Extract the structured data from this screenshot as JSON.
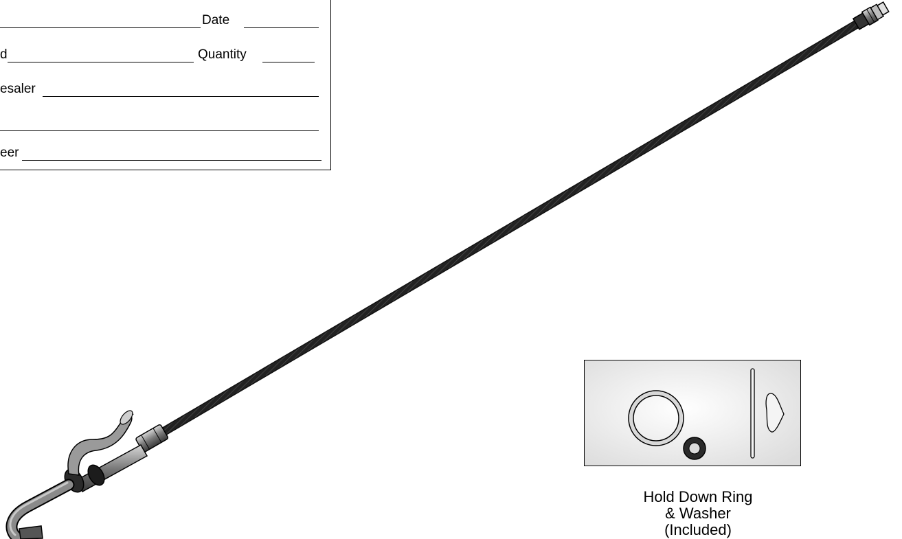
{
  "form": {
    "row1": {
      "label_left": "",
      "label_right": "Date"
    },
    "row2": {
      "label_left": "d",
      "label_right": "Quantity"
    },
    "row3": {
      "label_left": "esaler"
    },
    "row4": {
      "label_left": ""
    },
    "row5": {
      "label_left": "eer"
    }
  },
  "inset": {
    "caption_line1": "Hold Down Ring",
    "caption_line2": "& Washer",
    "caption_line3": "(Included)"
  },
  "colors": {
    "hose": "#1a1a1a",
    "metal": "#8c8c8c",
    "inset_bg": "#e6e6e6"
  }
}
